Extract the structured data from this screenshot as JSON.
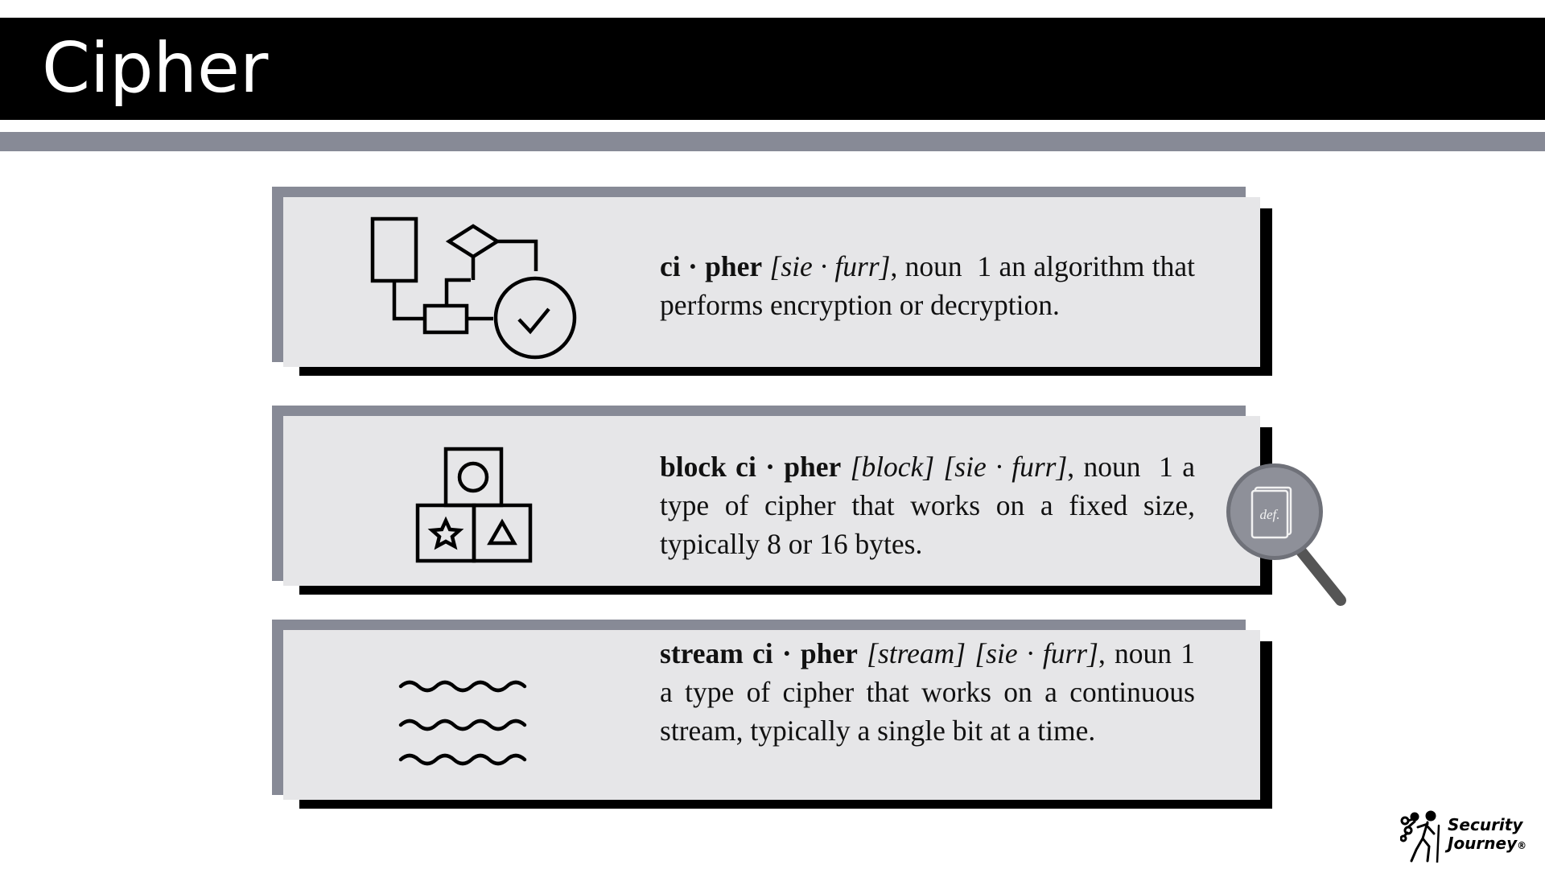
{
  "slide": {
    "title": "Cipher"
  },
  "definitions": [
    {
      "term": "ci · pher",
      "pron": "[sie · furr]",
      "pos": ", noun",
      "sense": "1",
      "text": "an algorithm that performs encryption or decryption.",
      "icon": "flowchart-icon"
    },
    {
      "term": "block ci · pher",
      "pron": "[block] [sie · furr]",
      "pos": ", noun",
      "sense": "1",
      "text": "a type of cipher that works on a fixed size, typically 8 or 16 bytes.",
      "icon": "blocks-icon"
    },
    {
      "term": "stream ci · pher",
      "pron": "[stream] [sie · furr]",
      "pos": ", noun",
      "sense": "1",
      "text": "a type of cipher that works on a continuous stream, typically a single bit at a time.",
      "icon": "waves-icon"
    }
  ],
  "magnifier": {
    "label": "def.",
    "icon": "magnifier-book-icon"
  },
  "brand": {
    "line1": "Security",
    "line2": "Journey",
    "mark": "®",
    "icon": "security-journey-logo"
  },
  "colors": {
    "black": "#000000",
    "gray": "#878a96",
    "card": "#e6e6e8"
  }
}
